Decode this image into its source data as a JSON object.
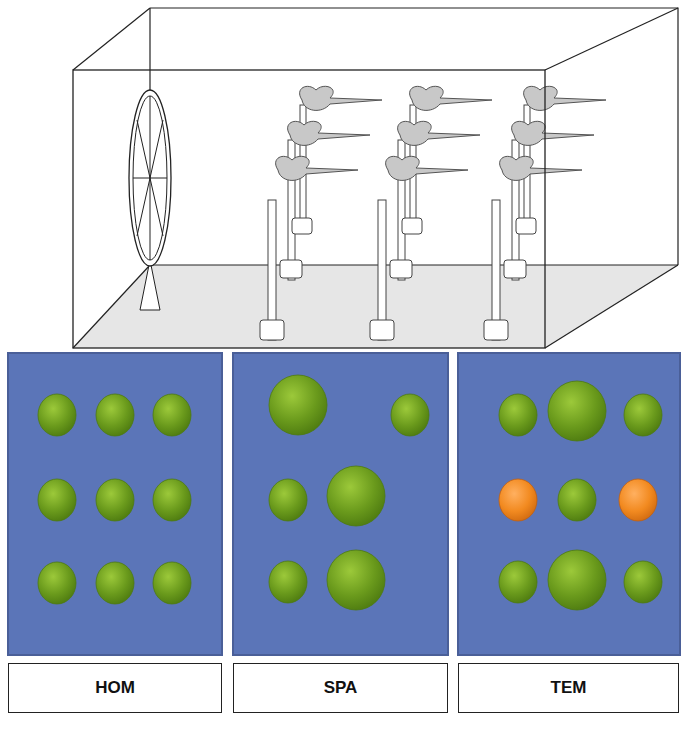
{
  "diagram": {
    "nodes": [
      {
        "text": [
          "HOM"
        ]
      },
      {
        "text": [
          "SPA"
        ]
      },
      {
        "text": [
          "TEM"
        ]
      }
    ]
  }
}
